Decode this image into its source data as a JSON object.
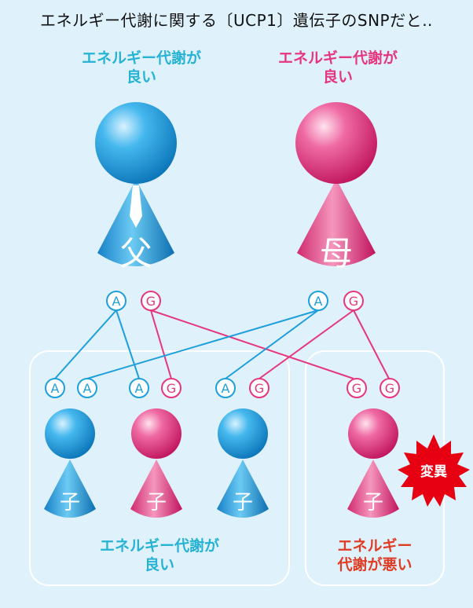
{
  "title": "エネルギー代謝に関する〔UCP1〕遺伝子のSNPだと‥",
  "father_label": [
    "エネルギー代謝が",
    "良い"
  ],
  "mother_label": [
    "エネルギー代謝が",
    "良い"
  ],
  "father_char": "父",
  "mother_char": "母",
  "father_alleles": [
    "A",
    "G"
  ],
  "mother_alleles": [
    "A",
    "G"
  ],
  "children": [
    {
      "alleles": [
        "A",
        "A"
      ],
      "char": "子"
    },
    {
      "alleles": [
        "A",
        "G"
      ],
      "char": "子"
    },
    {
      "alleles": [
        "A",
        "G"
      ],
      "char": "子"
    },
    {
      "alleles": [
        "G",
        "G"
      ],
      "char": "子"
    }
  ],
  "good_group_label": [
    "エネルギー代謝が",
    "良い"
  ],
  "bad_group_label": [
    "エネルギー",
    "代謝が悪い"
  ],
  "mutation_badge": "変異",
  "colors": {
    "blue": "#1e9fdc",
    "pink": "#e4377f",
    "cyan_text": "#26b3d3",
    "red": "#e60012"
  }
}
